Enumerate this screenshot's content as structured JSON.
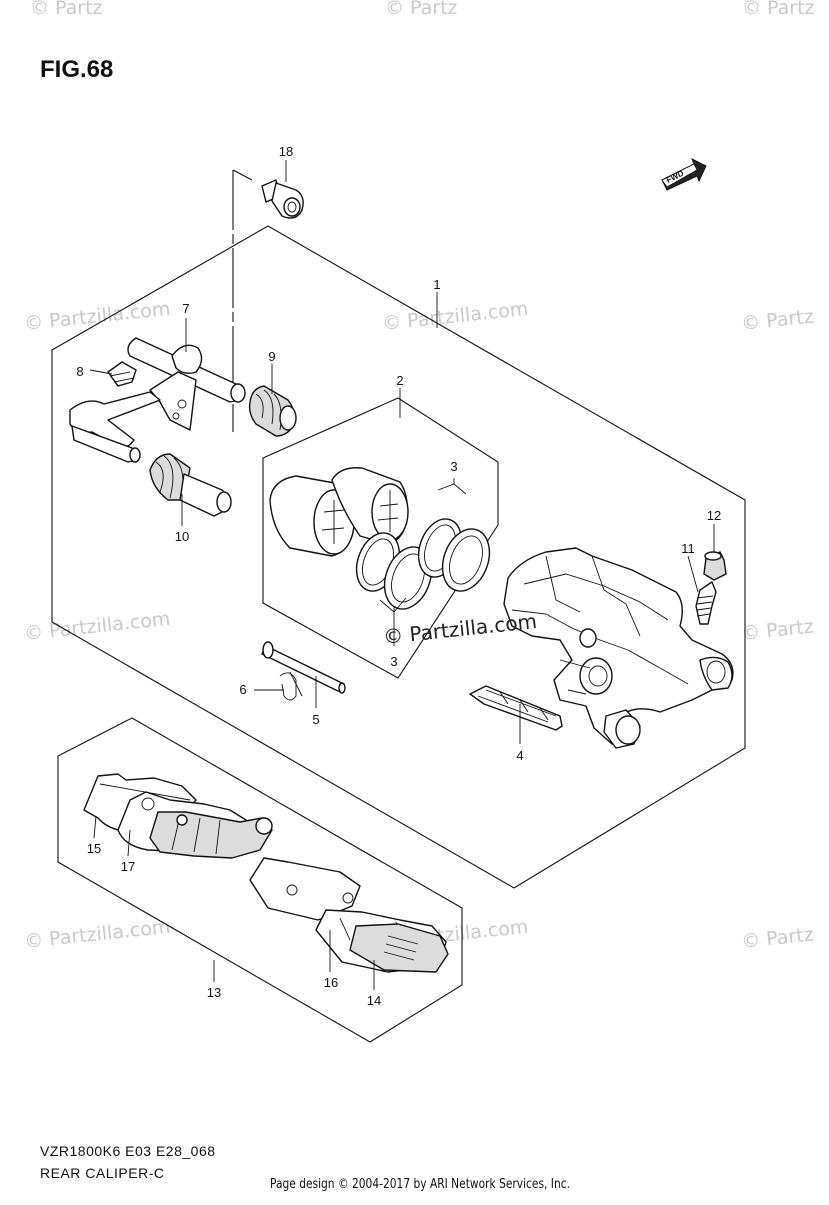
{
  "figure_title": "FIG.68",
  "fwd_label": "FWD",
  "watermark": "© Partzilla.com",
  "watermark_partial": "© Partz",
  "center_watermark": "© Partzilla.com",
  "callouts": {
    "c1": "1",
    "c2": "2",
    "c3a": "3",
    "c3b": "3",
    "c4": "4",
    "c5": "5",
    "c6": "6",
    "c7": "7",
    "c8": "8",
    "c9": "9",
    "c10": "10",
    "c11": "11",
    "c12": "12",
    "c13": "13",
    "c14": "14",
    "c15": "15",
    "c16": "16",
    "c17": "17",
    "c18": "18"
  },
  "footer": {
    "model_code": "VZR1800K6 E03 E28_068",
    "diagram_name": "REAR CALIPER-C",
    "credit": "Page design © 2004-2017 by ARI Network Services, Inc."
  }
}
